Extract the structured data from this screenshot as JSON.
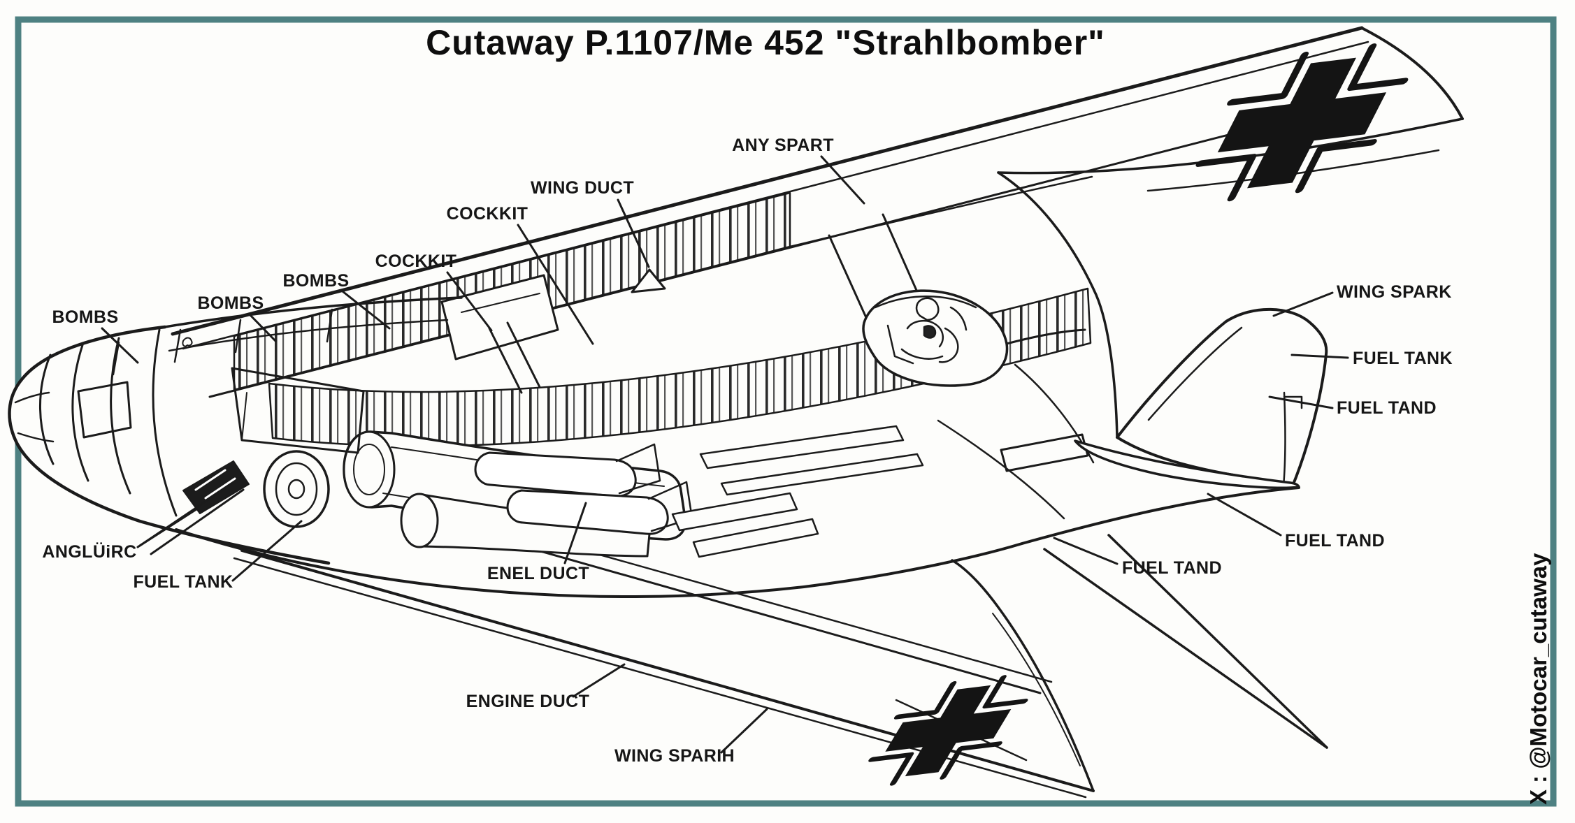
{
  "title": "Cutaway P.1107/Me 452  \"Strahlbomber\"",
  "watermark": "X : @Motocar_cutaway",
  "colors": {
    "frame": "#4e8182",
    "ink": "#1b1b1b",
    "background": "#fdfdfb",
    "marking": "#141414"
  },
  "markings": {
    "upper_wing": "balkenkreuz-cross",
    "lower_wing": "balkenkreuz-cross"
  },
  "labels": [
    {
      "id": "bombs-1",
      "text": "BOMBS"
    },
    {
      "id": "bombs-2",
      "text": "BOMBS"
    },
    {
      "id": "bombs-3",
      "text": "BOMBS"
    },
    {
      "id": "cockkit-left",
      "text": "COCKKIT"
    },
    {
      "id": "cockkit-upper",
      "text": "COCKKIT"
    },
    {
      "id": "wing-duct",
      "text": "WING DUCT"
    },
    {
      "id": "any-spart",
      "text": "ANY SPART"
    },
    {
      "id": "wing-spark",
      "text": "WING SPARK"
    },
    {
      "id": "fuel-tank-right",
      "text": "FUEL TANK"
    },
    {
      "id": "fuel-tand-upper",
      "text": "FUEL TAND"
    },
    {
      "id": "fuel-tand-mid",
      "text": "FUEL TAND"
    },
    {
      "id": "fuel-tand-lower",
      "text": "FUEL TAND"
    },
    {
      "id": "fuel-tank-left",
      "text": "FUEL TANK"
    },
    {
      "id": "anglurc",
      "text": "ANGLÜiRC"
    },
    {
      "id": "enel-duct",
      "text": "ENEL DUCT"
    },
    {
      "id": "engine-duct",
      "text": "ENGINE DUCT"
    },
    {
      "id": "wing-sparih",
      "text": "WING SPARIH"
    }
  ]
}
